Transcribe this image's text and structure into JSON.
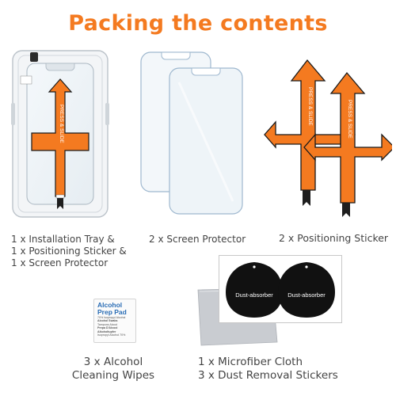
{
  "title": "Packing the contents",
  "items": {
    "tray": {
      "caption_lines": [
        "1 x Installation Tray &",
        "1 x Positioning Sticker &",
        "1 x Screen Protector"
      ],
      "arrow_text": "PRESS & SLIDE"
    },
    "protector": {
      "caption": "2 x Screen Protector"
    },
    "sticker": {
      "caption": "2 x Positioning Sticker",
      "arrow_text": "PRESS & SLIDE"
    },
    "wipes": {
      "pad_title_1": "Alcohol",
      "pad_title_2": "Prep Pad",
      "pad_lines": [
        "70% Isopropyl Alcohol",
        "Alcohol Swabs",
        "Tampons Alcool",
        "Prepa D'Alcool",
        "Alkoholtupfer",
        "Isopropyl Alcohol 70%"
      ],
      "caption_lines": [
        "3 x Alcohol",
        "Cleaning Wipes"
      ]
    },
    "cloth": {
      "sticker_label": "Dust-absorber",
      "caption_lines": [
        "1 x Microfiber Cloth",
        "3 x Dust Removal Stickers"
      ]
    }
  },
  "colors": {
    "title": "#f47a20",
    "arrow_orange": "#f47a20",
    "arrow_outline": "#1a1a1a",
    "sticker_black": "#111111",
    "cloth_grey": "#c9ccd1",
    "glass_edge": "#9fb8cf"
  }
}
